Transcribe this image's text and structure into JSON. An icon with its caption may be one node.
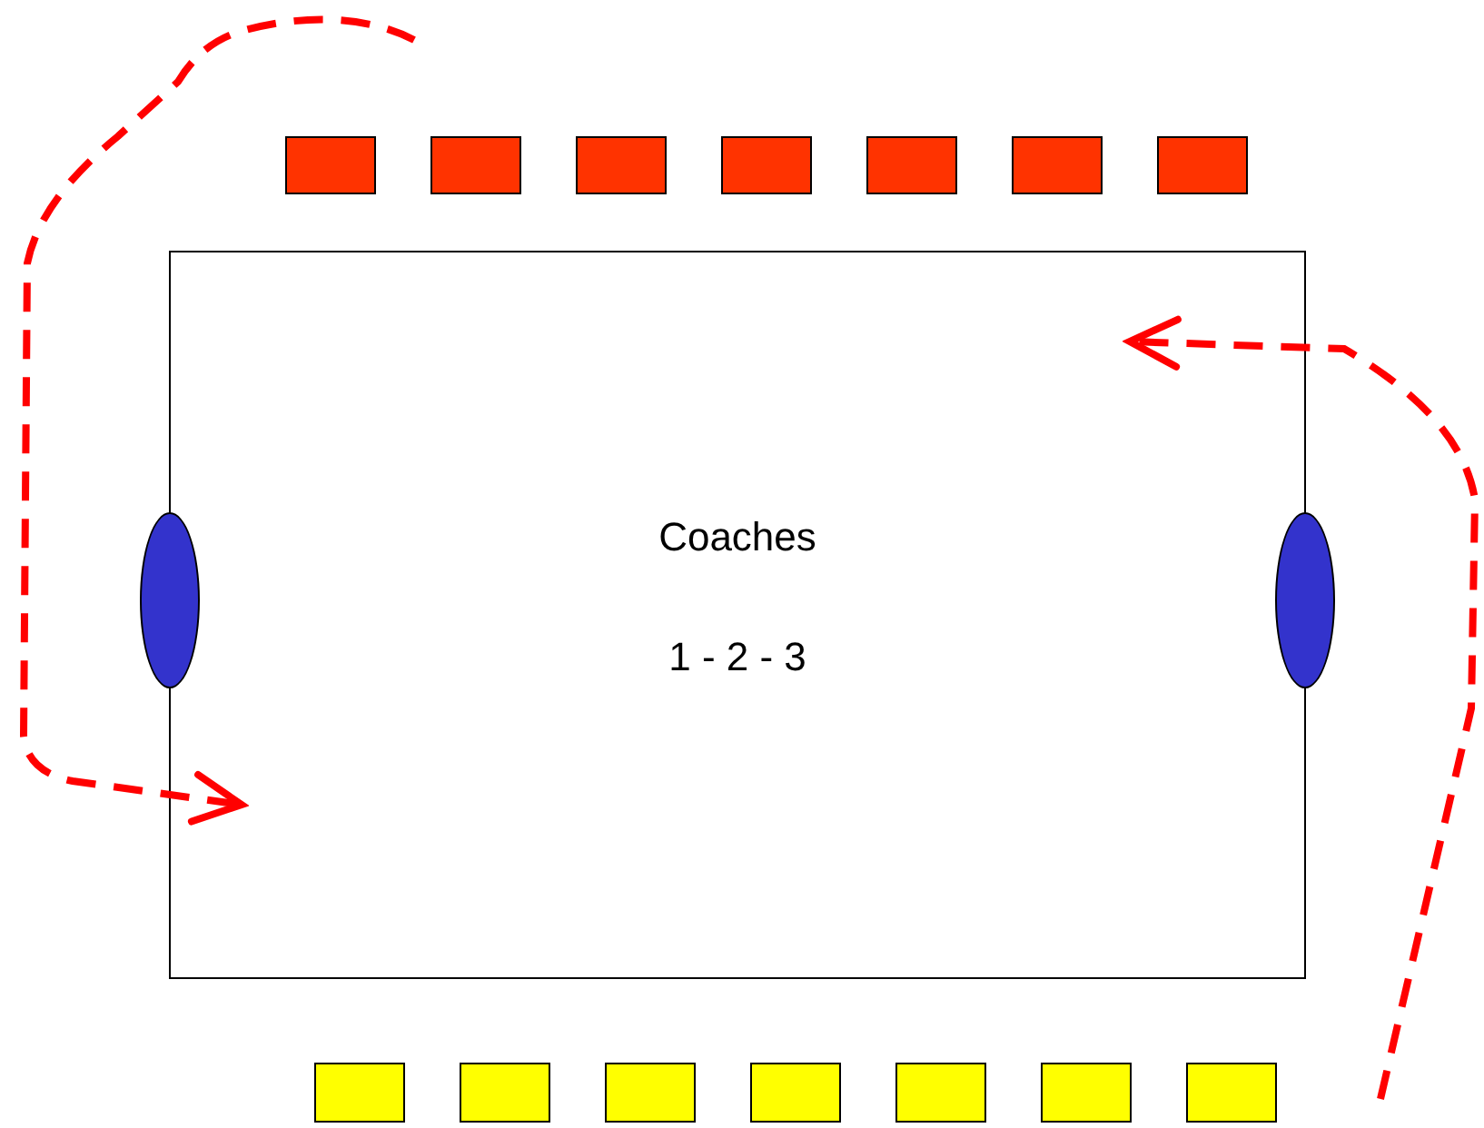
{
  "diagram": {
    "nodes": [
      {
        "text": [],
        "shape": "box"
      },
      {
        "text": [],
        "shape": "box"
      },
      {
        "text": [],
        "shape": "box"
      },
      {
        "text": [],
        "shape": "box"
      },
      {
        "text": [],
        "shape": "box"
      },
      {
        "text": [],
        "shape": "box"
      },
      {
        "text": [],
        "shape": "box"
      },
      {
        "text": [
          "Coaches",
          "1 - 2 - 3"
        ]
      },
      {
        "text": [],
        "shape": "ellipse"
      },
      {
        "text": [],
        "shape": "ellipse"
      },
      {
        "text": [],
        "shape": "box"
      },
      {
        "text": [],
        "shape": "box"
      },
      {
        "text": [],
        "shape": "box"
      },
      {
        "text": [],
        "shape": "box"
      },
      {
        "text": [],
        "shape": "box"
      },
      {
        "text": [],
        "shape": "box"
      },
      {
        "text": [],
        "shape": "box"
      }
    ],
    "edges": [
      {
        "from": null,
        "to": 7,
        "arrow": "to",
        "style": "dashed"
      },
      {
        "from": null,
        "to": 7,
        "arrow": "to",
        "style": "dashed"
      }
    ]
  }
}
